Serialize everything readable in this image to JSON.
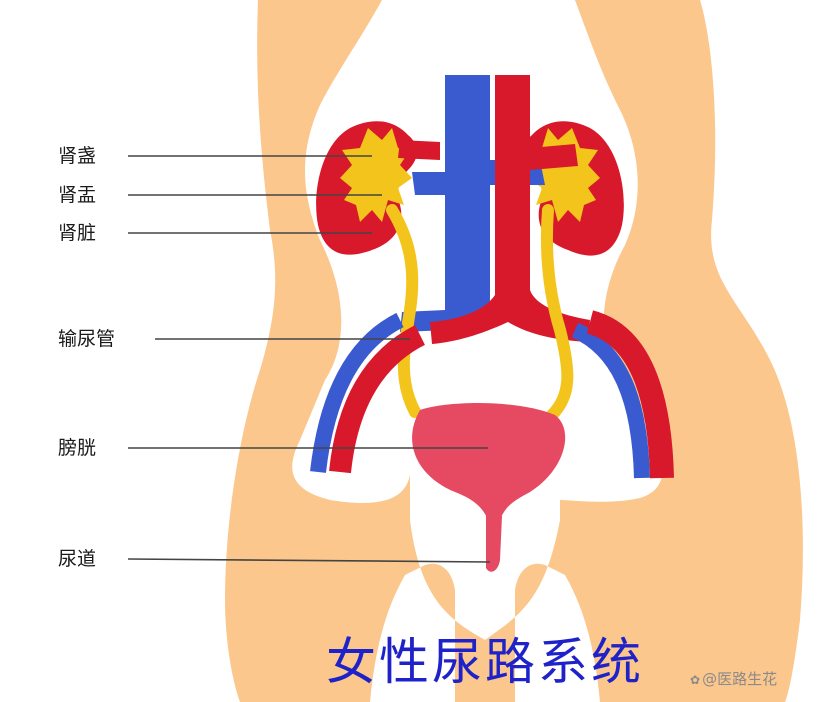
{
  "title": "女性尿路系统",
  "watermark": "@医路生花",
  "labels": {
    "renal_calyx": "肾盏",
    "renal_pelvis": "肾盂",
    "kidney": "肾脏",
    "ureter": "输尿管",
    "bladder": "膀胱",
    "urethra": "尿道"
  },
  "colors": {
    "skin": "#fbc78c",
    "kidney": "#d8182b",
    "artery": "#d8182b",
    "vein": "#3a5bd0",
    "urinary": "#f3c51c",
    "bladder": "#e64a62",
    "title": "#1e22c8"
  },
  "icons": {
    "watermark": "flower-icon"
  }
}
